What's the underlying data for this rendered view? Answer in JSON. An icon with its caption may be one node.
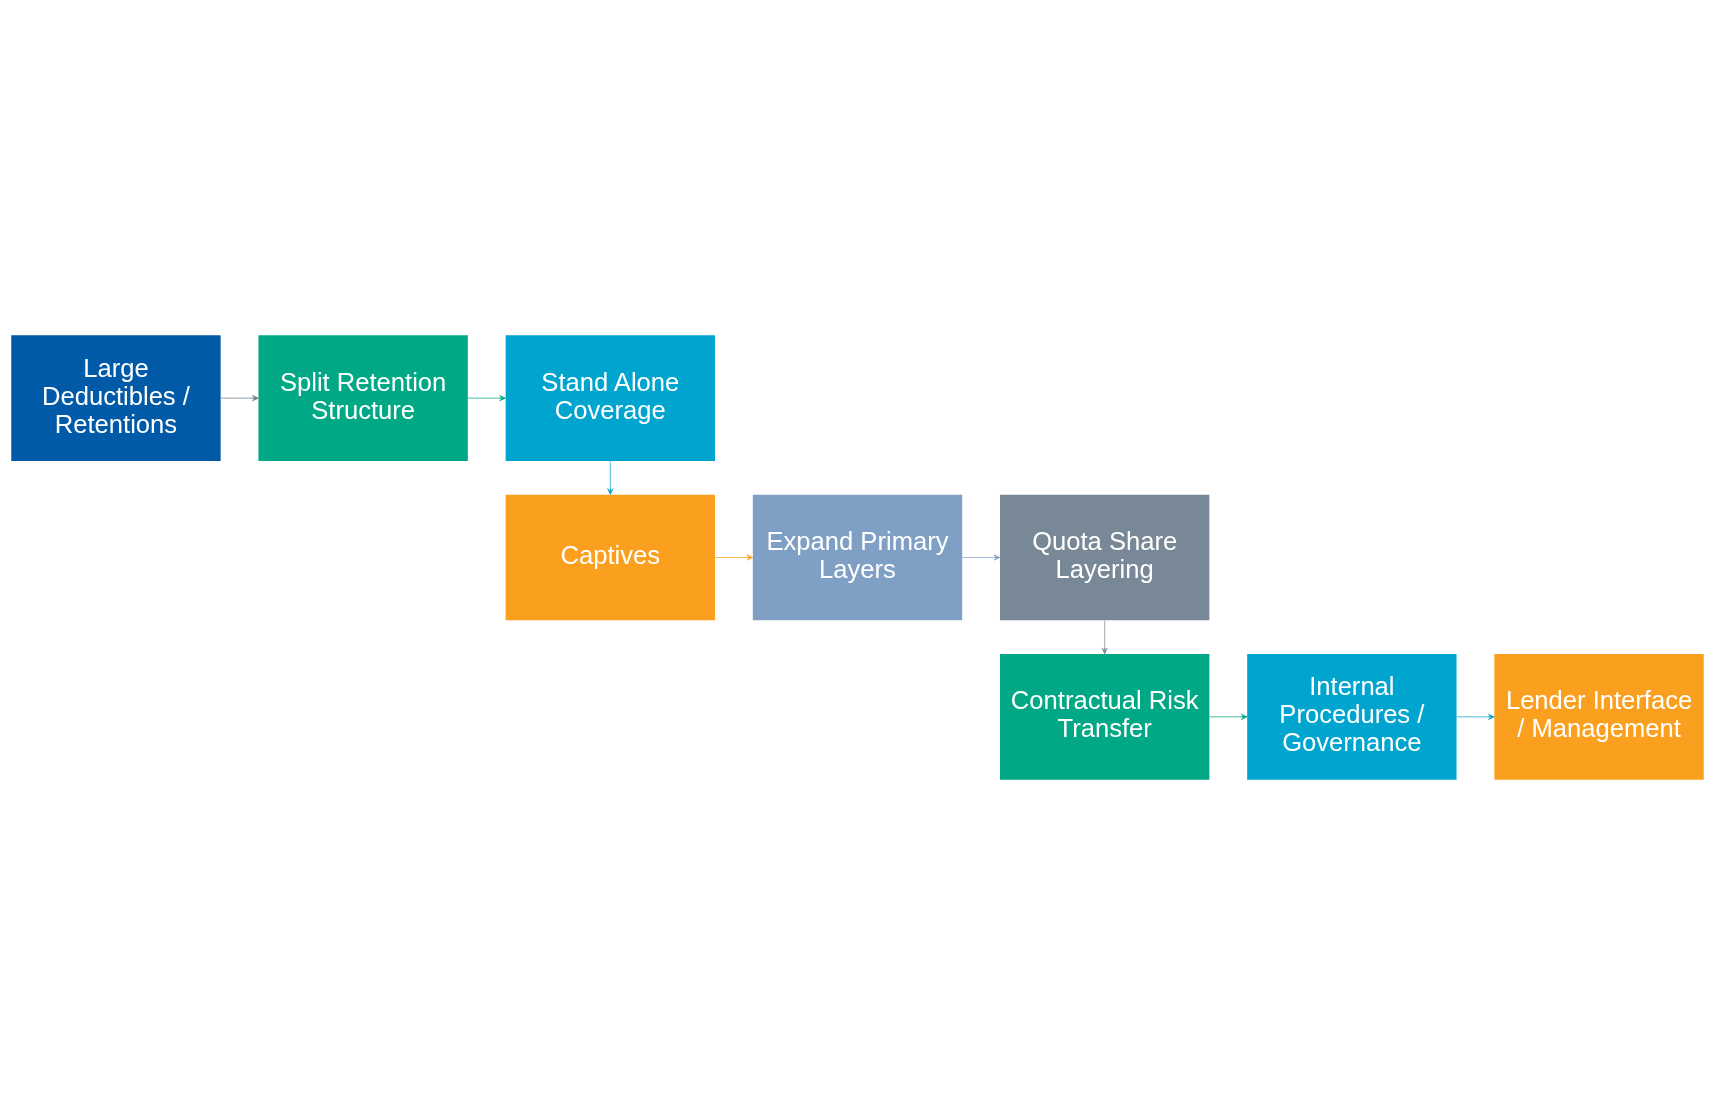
{
  "diagram": {
    "nodes": [
      {
        "text": [
          "Large Deductibles / Retentions"
        ]
      },
      {
        "text": [
          "Split Retention Structure"
        ]
      },
      {
        "text": [
          "Stand Alone Coverage"
        ]
      },
      {
        "text": [
          "Captives"
        ]
      },
      {
        "text": [
          "Expand Primary Layers"
        ]
      },
      {
        "text": [
          "Quota Share Layering"
        ]
      },
      {
        "text": [
          "Contractual Risk Transfer"
        ]
      },
      {
        "text": [
          "Internal Procedures / Governance"
        ]
      },
      {
        "text": [
          "Lender Interface / Management"
        ]
      }
    ],
    "edges": [
      {
        "from": 0,
        "to": 1,
        "arrow": "to",
        "color": "#6b7b8c"
      },
      {
        "from": 1,
        "to": 2,
        "arrow": "to",
        "color": "#00a886"
      },
      {
        "from": 2,
        "to": 3,
        "arrow": "to",
        "color": "#0aa3c9"
      },
      {
        "from": 3,
        "to": 4,
        "arrow": "to",
        "color": "#f7a11d"
      },
      {
        "from": 4,
        "to": 5,
        "arrow": "to",
        "color": "#7fa0c4"
      },
      {
        "from": 5,
        "to": 6,
        "arrow": "to",
        "color": "#7a8896"
      },
      {
        "from": 6,
        "to": 7,
        "arrow": "to",
        "color": "#00a886"
      },
      {
        "from": 7,
        "to": 8,
        "arrow": "to",
        "color": "#0aa3c9"
      }
    ]
  }
}
